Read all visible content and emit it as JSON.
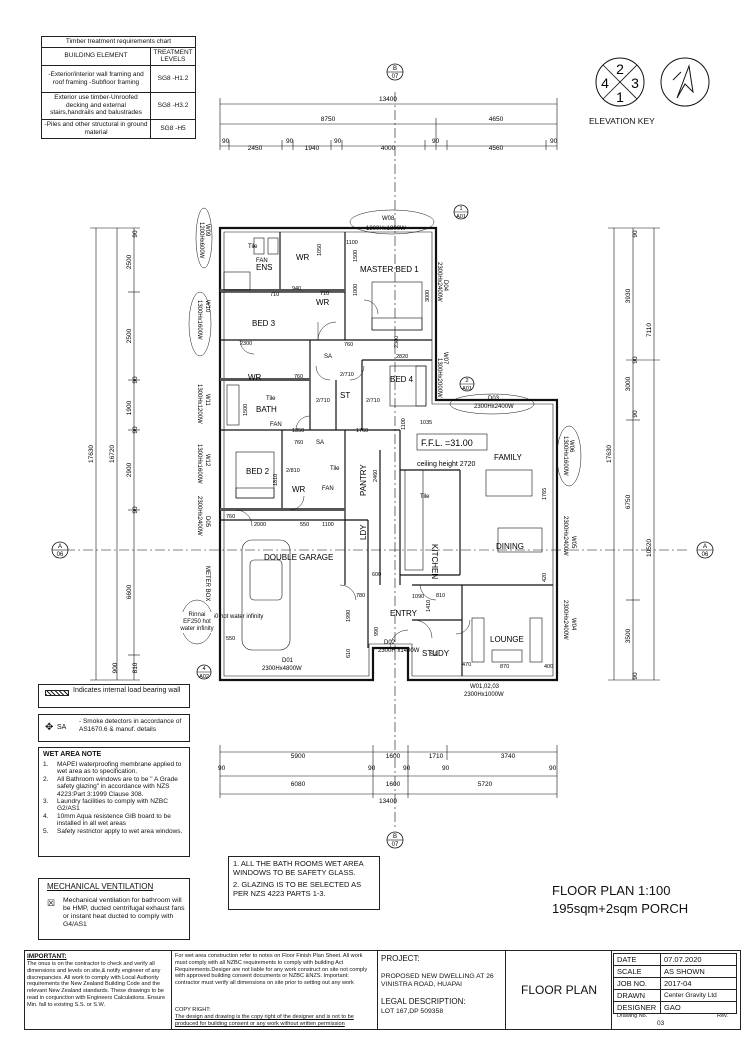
{
  "timber_chart": {
    "title": "Timber treatment requirements  chart",
    "headers": [
      "BUILDING ELEMENT",
      "TREATMENT LEVELS"
    ],
    "rows": [
      [
        "-Exterior/interior wall framing and  roof framing -Subfloor framing",
        "SG8 -H1.2"
      ],
      [
        "Exterior use timber-Unroofed decking and external stairs,handrails and balustrades",
        "SG8 -H3.2"
      ],
      [
        "-Piles and other structural in ground material",
        "SG8 -H5"
      ]
    ]
  },
  "elevation_key": {
    "label": "ELEVATION KEY",
    "n1": "2",
    "n2": "4",
    "n3": "3",
    "n4": "1"
  },
  "dims_top": {
    "total": "13400",
    "row2": [
      "8750",
      "4650"
    ],
    "row3": [
      "90",
      "2450",
      "90",
      "1940",
      "90",
      "4000",
      "90",
      "4560",
      "90"
    ]
  },
  "dims_bottom": {
    "row1": [
      "5900",
      "1600",
      "1710",
      "3740"
    ],
    "row1b": [
      "90",
      "90",
      "90",
      "90",
      "90"
    ],
    "row2": [
      "6080",
      "1600",
      "5720"
    ],
    "total": "13400"
  },
  "dims_left": {
    "total": "17630",
    "inner": "16720",
    "segs": [
      "2500",
      "2500",
      "1900",
      "2900",
      "6600",
      "900"
    ],
    "small": [
      "90",
      "90",
      "90",
      "90",
      "810"
    ]
  },
  "dims_right": {
    "total": "17630",
    "upper": "7110",
    "lower": "10520",
    "segs": [
      "3930",
      "3000",
      "6750",
      "3500"
    ],
    "small": [
      "90",
      "90",
      "90",
      "90"
    ]
  },
  "section_markers": {
    "top": {
      "letter": "B",
      "sheet": "07"
    },
    "bottom": {
      "letter": "B",
      "sheet": "07"
    },
    "left": {
      "letter": "A",
      "sheet": "06"
    },
    "right": {
      "letter": "A",
      "sheet": "06"
    }
  },
  "elev_markers": [
    {
      "num": "1",
      "sheet": "A01"
    },
    {
      "num": "2",
      "sheet": "A01"
    },
    {
      "num": "4",
      "sheet": "A02"
    }
  ],
  "rooms": {
    "ens": "ENS",
    "wr1": "WR",
    "wr2": "WR",
    "wr3": "WR",
    "wr4": "WR",
    "master": "MASTER BED 1",
    "bed3": "BED 3",
    "bed4": "BED 4",
    "bed2": "BED 2",
    "bath": "BATH",
    "st": "ST",
    "pantry": "PANTRY",
    "ldy": "LDY",
    "kitchen": "KITCHEN",
    "family": "FAMILY",
    "dining": "DINING",
    "garage": "DOUBLE GARAGE",
    "entry": "ENTRY",
    "lounge": "LOUNGE",
    "study": "STUDY"
  },
  "fixtures": {
    "tile": "Tile",
    "fan": "FAN",
    "sa": "SA",
    "meter": "METER BOX",
    "rinnai": "Rinnai EF250 hot water infinity",
    "ffl": "F.F.L. =31.00",
    "ceiling": "ceiling height 2720"
  },
  "windows": {
    "w08": "W08",
    "w08s": "1300Hx1800W",
    "w09": "W09",
    "w09s": "1200Hx600W",
    "w10": "W10",
    "w10s": "1300Hx1600W",
    "w11": "W11",
    "w11s": "1300Hx1200W",
    "w12": "W12",
    "w12s": "1300Hx1600W",
    "d05": "D05",
    "d05s": "2300Hx2400W",
    "d04": "D04",
    "d04s": "2300Hx2400W",
    "w07": "W07",
    "w07s": "1300Hx2000W",
    "d03": "D03",
    "d03s": "2300Hx2400W",
    "w06": "W06",
    "w06s": "1300Hx1600W",
    "w05": "W05",
    "w05s": "2300Hx2400W",
    "w04": "W04",
    "w04s": "2300Hx2400W",
    "d01": "D01",
    "d01s": "2300Hx4800W",
    "d02": "D02",
    "d02s": "2300H x1400W",
    "w010203": "W01,02,03",
    "w010203s": "2300Hx1000W"
  },
  "interior_dims": [
    "1100",
    "1050",
    "1500",
    "940",
    "710",
    "710",
    "1000",
    "3000",
    "2300",
    "760",
    "2820",
    "760",
    "2/710",
    "2/710",
    "2/710",
    "1035",
    "1350",
    "1760",
    "760",
    "2/810",
    "1810",
    "2460",
    "550",
    "1100",
    "2000",
    "760",
    "1100",
    "600",
    "780",
    "1090",
    "810",
    "1410",
    "1990",
    "610",
    "990",
    "550",
    "470",
    "870",
    "400",
    "420",
    "1765",
    "1500",
    "2300"
  ],
  "legend": {
    "load": "Indicates internal load bearing wall",
    "sa": "SA",
    "smoke": "- Smoke detectors in accordance of AS1670.6 & manuf. details"
  },
  "wet_area": {
    "title": "WET AREA NOTE",
    "items": [
      "MAPEI waterproofing membrane applied to wet area as to specification.",
      "All Bathroom windows are to be \" A Grade safety  glazing\" in accordance with NZS 4223:Part 3:1999 Clause 308.",
      "Laundry facilities to comply with NZBC G2/AS1",
      "10mm Aqua resistence GIB board to be installed in    all wet areas",
      "Safety restrictor apply to wet area windows."
    ]
  },
  "bath_notes": [
    "1. ALL THE BATH ROOMS WET AREA WINDOWS TO BE SAFETY GLASS.",
    "2. GLAZING IS TO BE SELECTED AS PER NZS 4223 PARTS 1-3."
  ],
  "mech": {
    "title": "MECHANICAL VENTILATION",
    "text": "Mechanical  ventilation for bathroom will be HMP, ducted centrifugal exhaust fans or instant heat ducted to comply with G4/AS1"
  },
  "plan_title": "FLOOR PLAN 1:100",
  "plan_sub": "195sqm+2sqm PORCH",
  "important": {
    "title": "IMPORTANT:",
    "text": "The onus is on the contractor to check and verify all dimensions and levels on site,& notify engineer of any discrepancies. All work to comply with Local Authority requirements the New Zealand Building Code and the relevant New Zealand standards. These drawings to be read in conjunction with Engineers Calculations. Ensure Min. fall to existing S.S. or S.W."
  },
  "general_notes": {
    "text": "For wet area construction refer to notes on Floor Finish Plan Sheet. All work must comply with all NZBC requirements to comply with building Act Requirements.Desiger are not liable for any work construct on site not comply with approved building consent documents or NZBC &NZS. Important: contractor must verify all dimensions on site prior to setting out any work",
    "copy_title": "COPY RIGHT:",
    "copy": "The design and drawing is the copy right  of the designer and is not to be produced for building consent or any work without written permission"
  },
  "project": {
    "label": "PROJECT:",
    "value": "PROPOSED NEW DWELLING  AT 26 VINISTRA ROAD, HUAPAI",
    "legal_label": "LEGAL DESCRIPTION:",
    "legal": "LOT 167,DP 509358"
  },
  "sheet_title": "FLOOR PLAN",
  "title_block": [
    {
      "k": "DATE",
      "v": "07.07.2020"
    },
    {
      "k": "SCALE",
      "v": "AS SHOWN"
    },
    {
      "k": "JOB NO.",
      "v": "2017-04"
    },
    {
      "k": "DRAWN",
      "v": "Center Gravity Ltd"
    },
    {
      "k": "DESIGNER",
      "v": "GAO"
    }
  ],
  "drawing_no": {
    "label": "Drawing No.",
    "value": "03",
    "rev": "Rev."
  }
}
